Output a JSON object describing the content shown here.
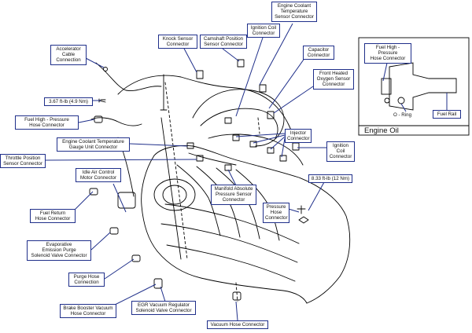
{
  "diagram": {
    "labels": {
      "accelerator": "Accelerator\nCable\nConnection",
      "knock_sensor": "Knock Sensor\nConnector",
      "camshaft": "Camshaft Position\nSensor Connector",
      "ignition_coil_top": "Ignition Coil\nConnector",
      "coolant_sensor_top": "Engine Coolant\nTemperature\nSensor Connector",
      "capacitor": "Capacitor\nConnector",
      "oxygen_sensor": "Front Heated\nOxygen Sensor\nConnector",
      "torque_1": "3.67 ft-lb (4.9 Nm)",
      "fuel_high_left": "Fuel High - Pressure\nHose Connector",
      "gauge_unit": "Engine Coolant Temperature\nGauge Unit Connector",
      "throttle": "Throttle Position\nSensor Connector",
      "injector": "Injector\nConnector",
      "ignition_coil_right": "Ignition\nCoil\nConnector",
      "idle_air": "Idle Air Control\nMotor Connector",
      "torque_2": "8.33 ft-lb (12 Nm)",
      "fuel_return": "Fuel Return\nHose Connector",
      "map_sensor": "Manifold Absolute\nPressure Sensor\nConnector",
      "pressure_hose": "Pressure\nHose\nConnector",
      "evap": "Evaporative\nEmission Purge\nSolenoid Valve Connector",
      "purge_hose": "Purge Hose\nConnection",
      "brake_booster": "Brake Booster Vacuum\nHose Connector",
      "egr": "EGR Vacuum Regulator\nSolenoid Valve Connector",
      "vacuum_hose": "Vacuum Hose Connector",
      "inset_fuel_high": "Fuel High - Pressure\nHose Connector",
      "inset_o_ring": "O - Ring",
      "inset_fuel_rail": "Fuel Rail",
      "inset_title": "Engine Oil"
    },
    "colors": {
      "leader": "#1f2f8a",
      "label_border": "#1f2f8a",
      "drawing": "#000000"
    }
  }
}
